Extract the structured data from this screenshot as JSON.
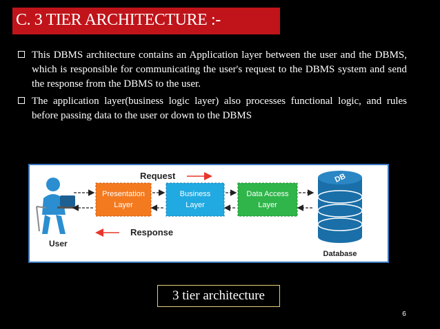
{
  "slide": {
    "title": "C. 3 TIER ARCHITECTURE :-",
    "accent_color": "#c0141a",
    "bullets": [
      "This DBMS architecture contains an Application layer between the user and the DBMS, which is responsible for communicating the user's request to the DBMS system and send the response from the DBMS to the user.",
      "The application layer(business logic layer) also processes functional logic, and rules before passing data to the user or down to the DBMS"
    ],
    "caption": "3 tier architecture",
    "page_number": "6"
  },
  "diagram": {
    "request_label": "Request",
    "response_label": "Response",
    "user_label": "User",
    "database_label": "Database",
    "db_badge": "DB",
    "layers": [
      {
        "line1": "Presentation",
        "line2": "Layer",
        "color": "#f47a20"
      },
      {
        "line1": "Business",
        "line2": "Layer",
        "color": "#21a9e1"
      },
      {
        "line1": "Data Access",
        "line2": "Layer",
        "color": "#2fb54a"
      }
    ],
    "database_color": "#1a6fa8",
    "arrow_color": "#e8362a"
  }
}
